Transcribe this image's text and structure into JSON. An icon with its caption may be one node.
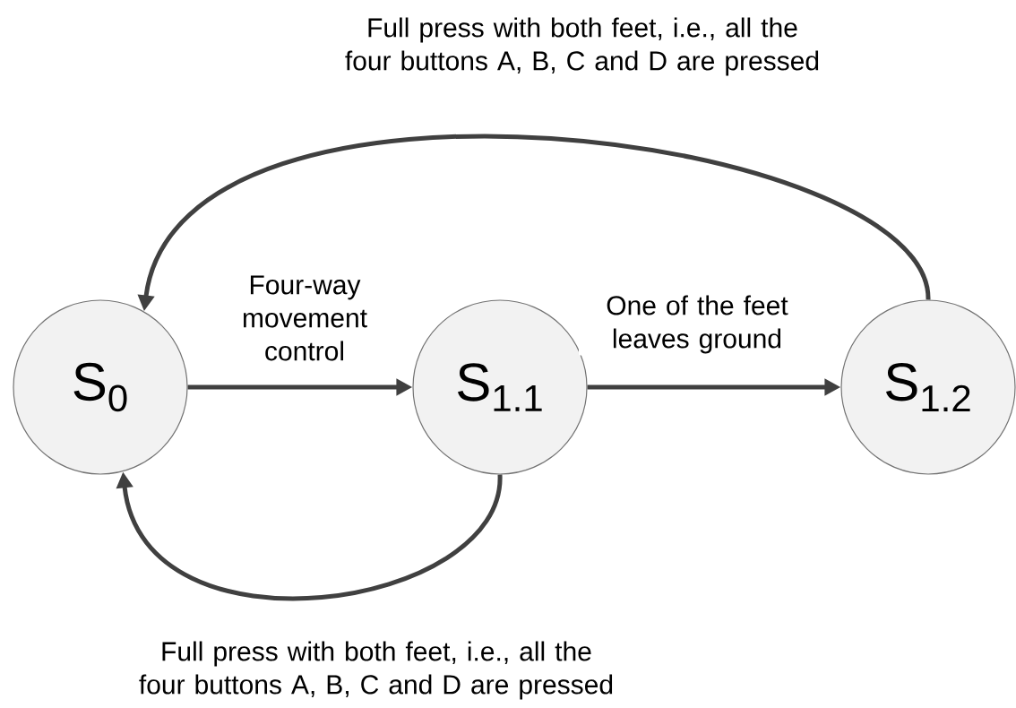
{
  "diagram": {
    "nodes": [
      {
        "text": [
          "S$_{0}$"
        ]
      },
      {
        "text": [
          "S$_{1.1}$"
        ]
      },
      {
        "text": [
          "S$_{1.2}$"
        ]
      }
    ],
    "edges": [
      {
        "from": 0,
        "to": 1,
        "arrow": "to",
        "label": "Four-way movement control"
      },
      {
        "from": 1,
        "to": 2,
        "arrow": "to",
        "label": "One of the feet leaves ground"
      },
      {
        "from": 2,
        "to": 0,
        "arrow": "to",
        "label": "Full press with both feet, i.e., all the four buttons A, B, C and D are pressed"
      },
      {
        "from": 1,
        "to": 0,
        "arrow": "to",
        "label": "Full press with both feet, i.e., all the four buttons A, B, C and D are pressed"
      }
    ]
  }
}
